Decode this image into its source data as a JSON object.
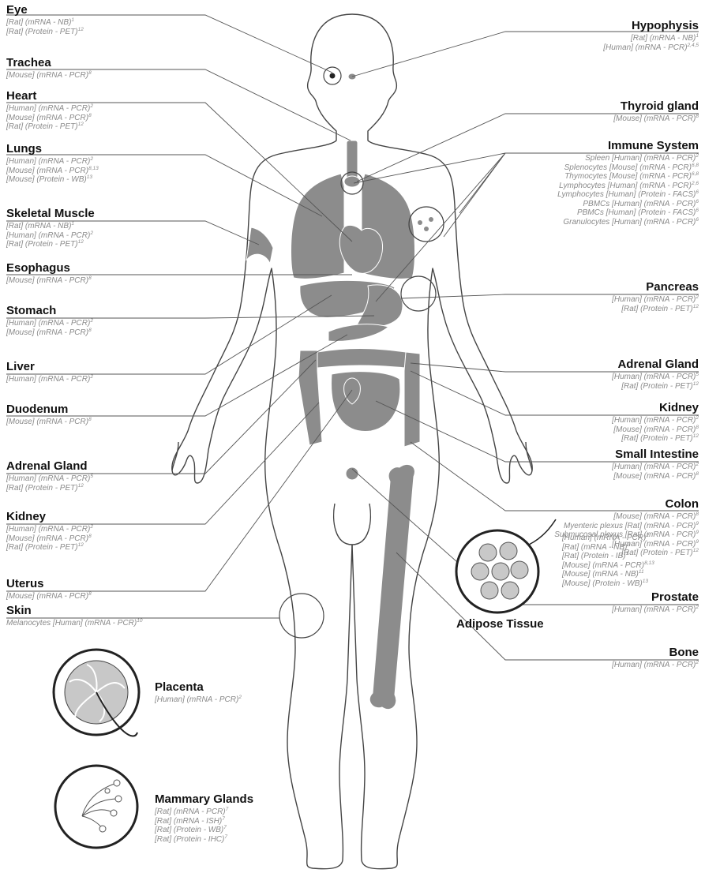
{
  "left_labels": [
    {
      "title": "Eye",
      "entries": [
        {
          "text": "[Rat] (mRNA - NB)",
          "ref": "1"
        },
        {
          "text": "[Rat] (Protein - PET)",
          "ref": "12"
        }
      ]
    },
    {
      "title": "Trachea",
      "entries": [
        {
          "text": "[Mouse] (mRNA - PCR)",
          "ref": "8"
        }
      ]
    },
    {
      "title": "Heart",
      "entries": [
        {
          "text": "[Human] (mRNA - PCR)",
          "ref": "2"
        },
        {
          "text": "[Mouse] (mRNA - PCR)",
          "ref": "8"
        },
        {
          "text": "[Rat] (Protein - PET)",
          "ref": "12"
        }
      ]
    },
    {
      "title": "Lungs",
      "entries": [
        {
          "text": "[Human] (mRNA - PCR)",
          "ref": "2"
        },
        {
          "text": "[Mouse] (mRNA - PCR)",
          "ref": "8,13"
        },
        {
          "text": "[Mouse] (Protein - WB)",
          "ref": "13"
        }
      ]
    },
    {
      "title": "Skeletal Muscle",
      "entries": [
        {
          "text": "[Rat] (mRNA - NB)",
          "ref": "1"
        },
        {
          "text": "[Human] (mRNA - PCR)",
          "ref": "2"
        },
        {
          "text": "[Rat] (Protein - PET)",
          "ref": "12"
        }
      ]
    },
    {
      "title": "Esophagus",
      "entries": [
        {
          "text": "[Mouse] (mRNA - PCR)",
          "ref": "8"
        }
      ]
    },
    {
      "title": "Stomach",
      "entries": [
        {
          "text": "[Human] (mRNA - PCR)",
          "ref": "2"
        },
        {
          "text": "[Mouse] (mRNA - PCR)",
          "ref": "8"
        }
      ]
    },
    {
      "title": "Liver",
      "entries": [
        {
          "text": "[Human] (mRNA - PCR)",
          "ref": "2"
        }
      ]
    },
    {
      "title": "Duodenum",
      "entries": [
        {
          "text": "[Mouse] (mRNA - PCR)",
          "ref": "8"
        }
      ]
    },
    {
      "title": "Adrenal Gland",
      "entries": [
        {
          "text": "[Human] (mRNA - PCR)",
          "ref": "5"
        },
        {
          "text": "[Rat] (Protein - PET)",
          "ref": "12"
        }
      ]
    },
    {
      "title": "Kidney",
      "entries": [
        {
          "text": "[Human] (mRNA - PCR)",
          "ref": "2"
        },
        {
          "text": "[Mouse] (mRNA - PCR)",
          "ref": "8"
        },
        {
          "text": "[Rat] (Protein - PET)",
          "ref": "12"
        }
      ]
    },
    {
      "title": "Uterus",
      "entries": [
        {
          "text": "[Mouse] (mRNA - PCR)",
          "ref": "8"
        }
      ]
    },
    {
      "title": "Skin",
      "entries": [
        {
          "text": "Melanocytes [Human] (mRNA - PCR)",
          "ref": "10"
        }
      ]
    }
  ],
  "right_labels": [
    {
      "title": "Hypophysis",
      "entries": [
        {
          "text": "[Rat] (mRNA - NB)",
          "ref": "1"
        },
        {
          "text": "[Human] (mRNA - PCR)",
          "ref": "2,4,5"
        }
      ]
    },
    {
      "title": "Thyroid gland",
      "entries": [
        {
          "text": "[Mouse] (mRNA - PCR)",
          "ref": "8"
        }
      ]
    },
    {
      "title": "Immune System",
      "entries": [
        {
          "text": "Spleen [Human] (mRNA - PCR)",
          "ref": "2"
        },
        {
          "text": "Splenocytes [Mouse] (mRNA - PCR)",
          "ref": "6,8"
        },
        {
          "text": "Thymocytes [Mouse] (mRNA - PCR)",
          "ref": "6,8"
        },
        {
          "text": "Lymphocytes [Human] (mRNA - PCR)",
          "ref": "2,6"
        },
        {
          "text": "Lymphocytes [Human] (Protein - FACS)",
          "ref": "6"
        },
        {
          "text": "PBMCs [Human] (mRNA - PCR)",
          "ref": "6"
        },
        {
          "text": "PBMCs [Human] (Protein - FACS)",
          "ref": "6"
        },
        {
          "text": "Granulocytes [Human] (mRNA - PCR)",
          "ref": "6"
        }
      ]
    },
    {
      "title": "Pancreas",
      "entries": [
        {
          "text": "[Human] (mRNA - PCR)",
          "ref": "2"
        },
        {
          "text": "[Rat] (Protein - PET)",
          "ref": "12"
        }
      ]
    },
    {
      "title": "Adrenal Gland",
      "entries": [
        {
          "text": "[Human] (mRNA - PCR)",
          "ref": "5"
        },
        {
          "text": "[Rat] (Protein - PET)",
          "ref": "12"
        }
      ]
    },
    {
      "title": "Kidney",
      "entries": [
        {
          "text": "[Human] (mRNA - PCR)",
          "ref": "2"
        },
        {
          "text": "[Mouse] (mRNA - PCR)",
          "ref": "8"
        },
        {
          "text": "[Rat] (Protein - PET)",
          "ref": "12"
        }
      ]
    },
    {
      "title": "Small Intestine",
      "entries": [
        {
          "text": "[Human] (mRNA - PCR)",
          "ref": "2"
        },
        {
          "text": "[Mouse] (mRNA - PCR)",
          "ref": "8"
        }
      ]
    },
    {
      "title": "Colon",
      "entries": [
        {
          "text": "[Mouse] (mRNA - PCR)",
          "ref": "8"
        },
        {
          "text": "Myenteric plexus [Rat] (mRNA - PCR)",
          "ref": "9"
        },
        {
          "text": "Submucosal plexus [Rat] (mRNA - PCR)",
          "ref": "9"
        },
        {
          "text": "[Human] (mRNA - PCR)",
          "ref": "9"
        },
        {
          "text": "[Rat] (Protein - PET)",
          "ref": "12"
        }
      ]
    },
    {
      "title": "Prostate",
      "entries": [
        {
          "text": "[Human] (mRNA - PCR)",
          "ref": "2"
        }
      ]
    },
    {
      "title": "Bone",
      "entries": [
        {
          "text": "[Human] (mRNA - PCR)",
          "ref": "2"
        }
      ]
    }
  ],
  "placenta": {
    "title": "Placenta",
    "entries": [
      {
        "text": "[Human] (mRNA - PCR)",
        "ref": "2"
      }
    ]
  },
  "mammary": {
    "title": "Mammary Glands",
    "entries": [
      {
        "text": "[Rat] (mRNA - PCR)",
        "ref": "7"
      },
      {
        "text": "[Rat] (mRNA - ISH)",
        "ref": "7"
      },
      {
        "text": "[Rat] (Protein - WB)",
        "ref": "7"
      },
      {
        "text": "[Rat] (Protein - IHC)",
        "ref": "7"
      }
    ]
  },
  "adipose": {
    "title": "Adipose Tissue",
    "entries": [
      {
        "text": "[Human] (mRNA - PCR)",
        "ref": "2"
      },
      {
        "text": "[Rat] (mRNA - NB)",
        "ref": "3"
      },
      {
        "text": "[Rat] (Protein - IB)",
        "ref": "3"
      },
      {
        "text": "[Mouse] (mRNA - PCR)",
        "ref": "8,13"
      },
      {
        "text": "[Mouse] (mRNA - NB)",
        "ref": "11"
      },
      {
        "text": "[Mouse] (Protein - WB)",
        "ref": "13"
      }
    ]
  },
  "colors": {
    "organ_fill": "#8c8c8c",
    "outline": "#444444",
    "title": "#111111",
    "entry": "#8a8a8a"
  }
}
